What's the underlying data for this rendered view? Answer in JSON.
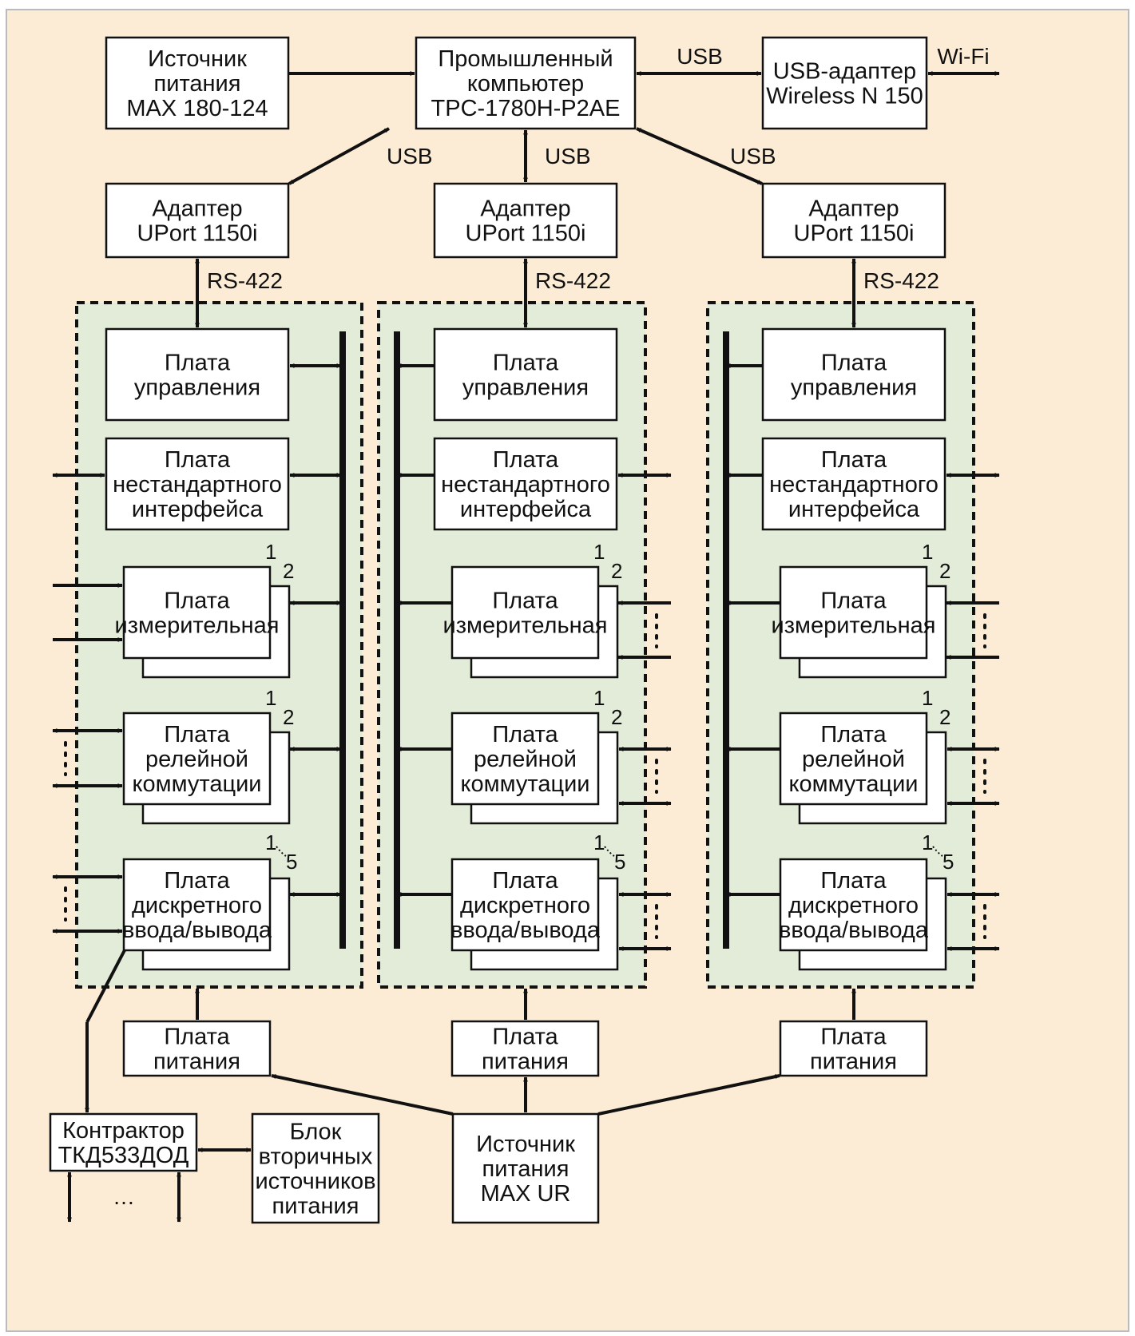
{
  "colors": {
    "background": "#fcebd5",
    "group_fill": "#e2ecd8",
    "line": "#111111"
  },
  "blocks": {
    "source_max180": [
      "Источник",
      "питания",
      "MAX 180-124"
    ],
    "pc": [
      "Промышленный",
      "компьютер",
      "TPC-1780H-P2AE"
    ],
    "usb_wifi_adapter": [
      "USB-адаптер",
      "Wireless N 150"
    ],
    "uport": [
      "Адаптер",
      "UPort 1150i"
    ],
    "control_board": [
      "Плата",
      "управления"
    ],
    "nonstd_board": [
      "Плата",
      "нестандартного",
      "интерфейса"
    ],
    "measure_board": [
      "Плата",
      "измерительная"
    ],
    "relay_board": [
      "Плата",
      "релейной",
      "коммутации"
    ],
    "discrete_board": [
      "Плата",
      "дискретного",
      "ввода/вывода"
    ],
    "power_board": [
      "Плата",
      "питания"
    ],
    "contactor": [
      "Контрактор",
      "ТКД533ДОД"
    ],
    "secondary_sources": [
      "Блок",
      "вторичных",
      "источников",
      "питания"
    ],
    "source_maxur": [
      "Источник",
      "питания",
      "MAX UR"
    ]
  },
  "links": {
    "usb": "USB",
    "wifi": "Wi-Fi",
    "rs422": "RS-422"
  },
  "stack_numbers": {
    "one": "1",
    "two": "2",
    "range_start": "1",
    "range_end": "5"
  },
  "ellipsis": "…"
}
